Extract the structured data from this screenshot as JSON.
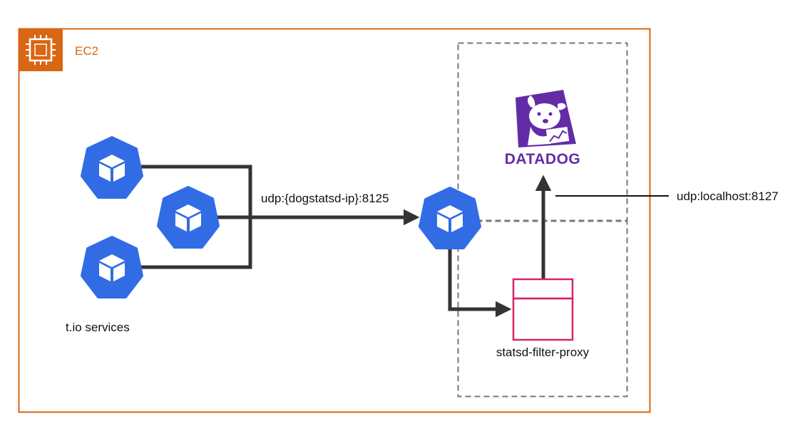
{
  "colors": {
    "ec2_border": "#D86613",
    "ec2_badge": "#D86613",
    "k8s_blue": "#326CE5",
    "arrow": "#333333",
    "dashed": "#777777",
    "proxy": "#D6246E",
    "datadog_purple": "#632CA6"
  },
  "ec2": {
    "label": "EC2",
    "icon": "ec2-chip-icon"
  },
  "services": {
    "label": "t.io services",
    "icon": "kubernetes-pod-icon"
  },
  "edges": {
    "to_agent": "udp:{dogstatsd-ip}:8125",
    "to_datadog": "udp:localhost:8127"
  },
  "agent": {
    "icon": "kubernetes-pod-icon"
  },
  "datadog": {
    "wordmark": "DATADOG",
    "icon": "datadog-dog-logo"
  },
  "proxy": {
    "label": "statsd-filter-proxy",
    "icon": "window-box-icon"
  }
}
